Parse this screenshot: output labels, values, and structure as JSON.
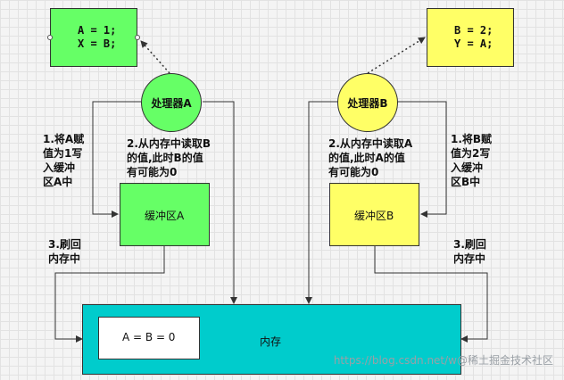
{
  "diagram": {
    "reg_a": {
      "line1": "A = 1;",
      "line2": "X = B;"
    },
    "reg_b": {
      "line1": "B = 2;",
      "line2": "Y = A;"
    },
    "proc_a": "处理器A",
    "proc_b": "处理器B",
    "step1_a": "1.将A赋\n值为1写\n入缓冲\n区A中",
    "step2_a": "2.从内存中读取B\n的值,此时B的值\n有可能为0",
    "step1_b": "1.将B赋\n值为2写\n入缓冲\n区B中",
    "step2_b": "2.从内存中读取A\n的值,此时A的值\n有可能为0",
    "buffer_a": "缓冲区A",
    "buffer_b": "缓冲区B",
    "flush_a": "3.刷回\n内存中",
    "flush_b": "3.刷回\n内存中",
    "memory_label": "内存",
    "memory_value": "A = B = 0",
    "watermark": "https://blog.csdn.net/w@稀土掘金技术社区"
  },
  "colors": {
    "green": "#66ff66",
    "yellow": "#ffff66",
    "cyan": "#00cccc"
  }
}
